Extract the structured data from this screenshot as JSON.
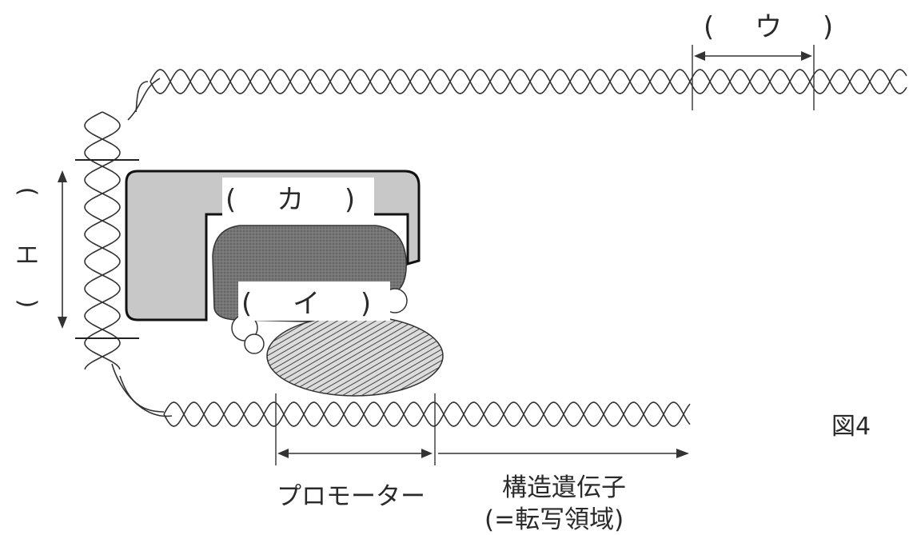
{
  "figure_label": "図4",
  "labels": {
    "u": "( ウ )",
    "ka": "( カ )",
    "i": "( イ )",
    "e_open": "(",
    "e_char": "エ",
    "e_close": ")",
    "promoter": "プロモーター",
    "structural_gene": "構造遺伝子",
    "transcription_region": "(=転写領域)"
  },
  "colors": {
    "line": "#333333",
    "complex_gray": "#c8c8c8",
    "protein_dark": "#6e6e6e",
    "hatch": "#555555"
  }
}
